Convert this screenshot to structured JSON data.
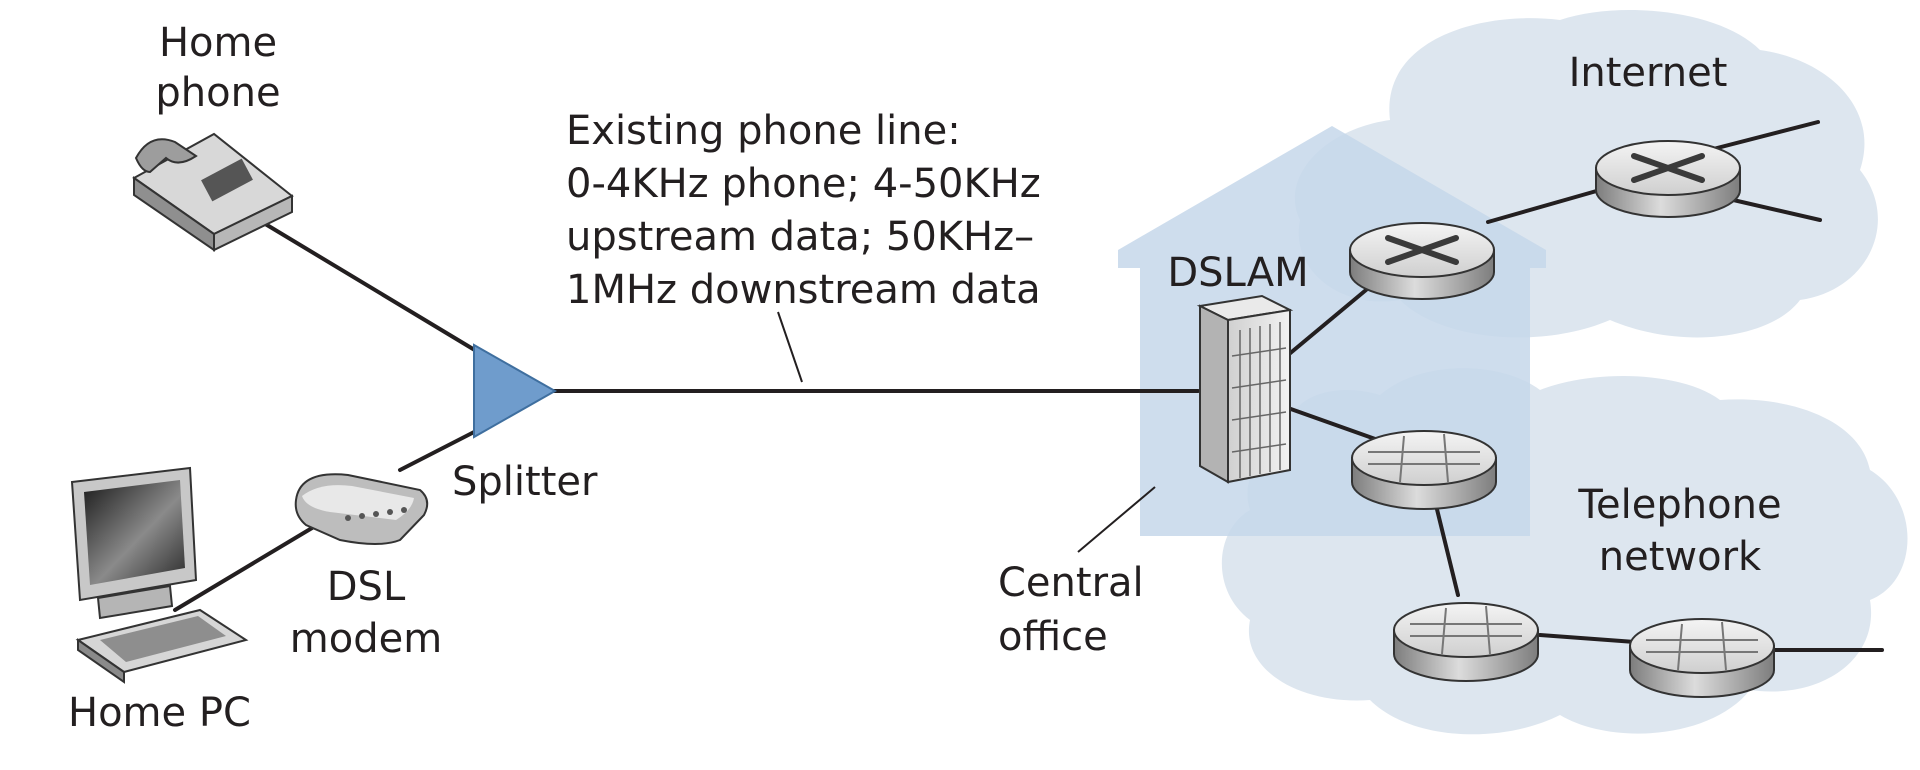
{
  "labels": {
    "home_phone": [
      "Home",
      "phone"
    ],
    "home_pc": "Home PC",
    "dsl_modem": [
      "DSL",
      "modem"
    ],
    "splitter": "Splitter",
    "phone_line": [
      "Existing phone line:",
      "0-4KHz phone; 4-50KHz",
      "upstream data; 50KHz–",
      "1MHz downstream data"
    ],
    "dslam": "DSLAM",
    "central_office": [
      "Central",
      "office"
    ],
    "internet": "Internet",
    "telephone_network": [
      "Telephone",
      "network"
    ]
  },
  "colors": {
    "line": "#231f20",
    "cloud": "#dde6ef",
    "office": "#c6d7ea",
    "splitter": "#6f9ccc",
    "device_top": "#e6e6e6",
    "device_side": "#9a9a9a"
  },
  "icons": {
    "phone": "telephone-icon",
    "pc": "desktop-computer-icon",
    "modem": "dsl-modem-icon",
    "dslam": "dslam-rack-icon",
    "router": "router-icon",
    "switch": "telephone-switch-icon"
  }
}
